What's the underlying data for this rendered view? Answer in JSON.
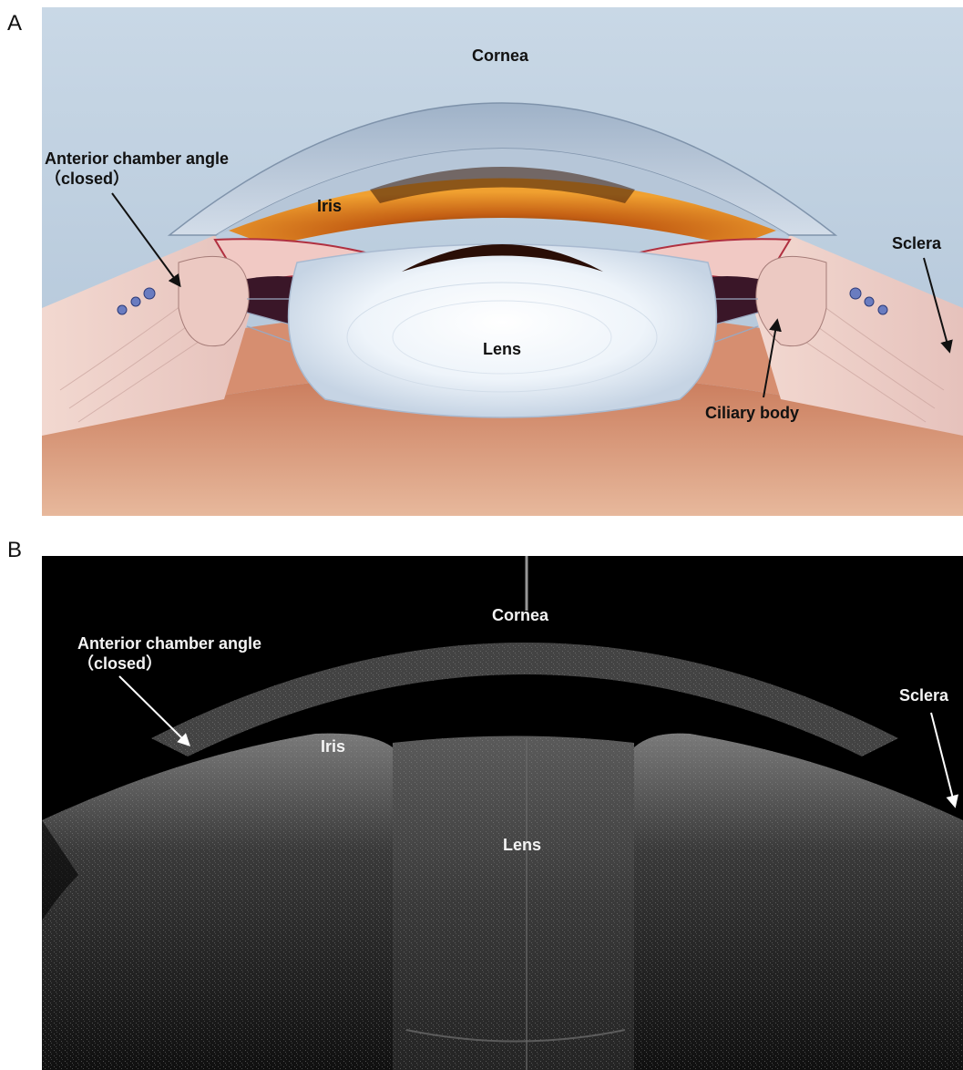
{
  "figure": {
    "panel_a": {
      "letter": "A",
      "labels": {
        "cornea": "Cornea",
        "angle_line1": "Anterior chamber angle",
        "angle_line2": "（closed）",
        "iris": "Iris",
        "sclera": "Sclera",
        "lens": "Lens",
        "ciliary_body": "Ciliary body"
      }
    },
    "panel_b": {
      "letter": "B",
      "labels": {
        "cornea": "Cornea",
        "angle_line1": "Anterior chamber angle",
        "angle_line2": "（closed）",
        "iris": "Iris",
        "sclera": "Sclera",
        "lens": "Lens"
      }
    }
  },
  "colors": {
    "sky": "#b9cfe0",
    "cornea": "#c9d6e6",
    "iris": "#d9761c",
    "iris_dark": "#5a2a0a",
    "lens": "#e8f0f8",
    "chamber": "#3e1a2a",
    "sclera": "#e8c6bf",
    "fundus": "#d89a78",
    "oct_bg": "#000000",
    "oct_tissue": "#6a6a6a"
  }
}
